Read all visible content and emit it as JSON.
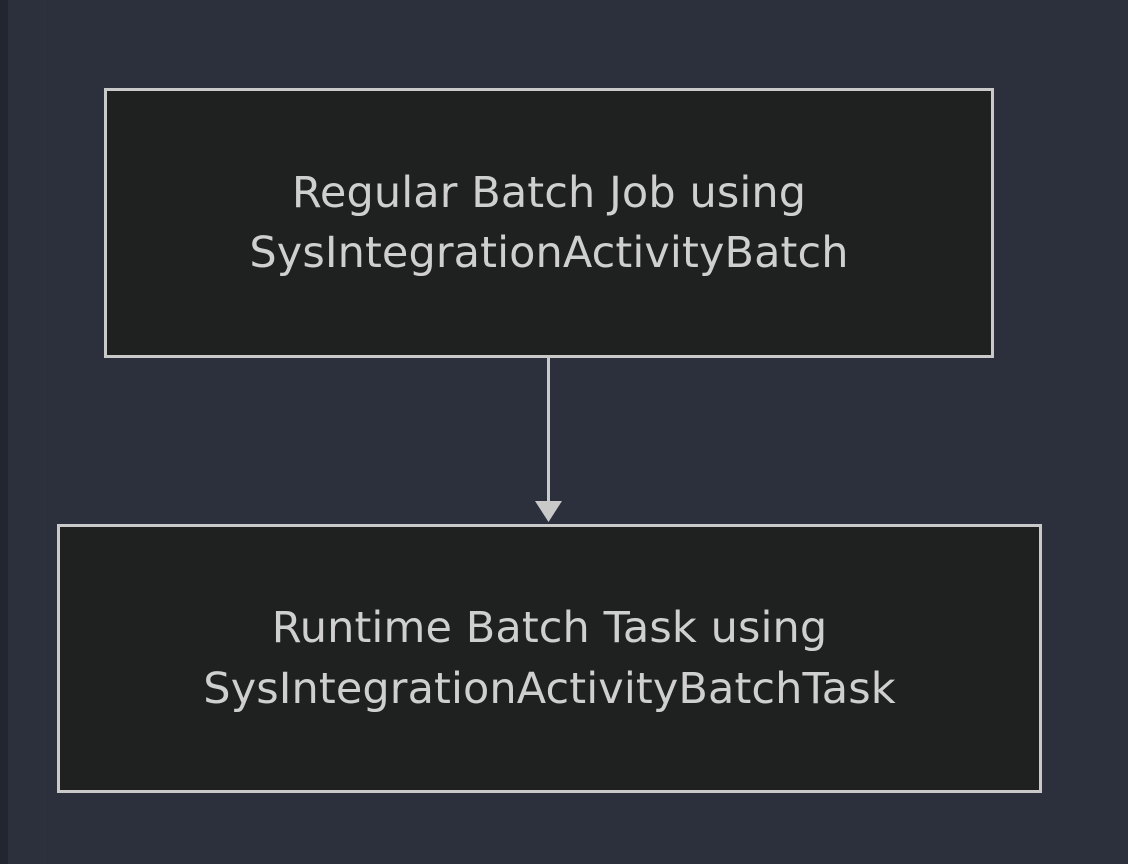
{
  "diagram": {
    "type": "flowchart",
    "direction": "top-to-bottom",
    "background_color": "#2b303c",
    "node_fill_color": "#1f2020",
    "node_border_color": "#c9c9c9",
    "node_text_color": "#cfcfcf",
    "edge_color": "#c9c9c9",
    "nodes": [
      {
        "id": "regular-batch-job",
        "line1": "Regular Batch Job using",
        "line2": "SysIntegrationActivityBatch"
      },
      {
        "id": "runtime-batch-task",
        "line1": "Runtime Batch Task using",
        "line2": "SysIntegrationActivityBatchTask"
      }
    ],
    "edges": [
      {
        "id": "edge-regular-to-runtime",
        "from": "regular-batch-job",
        "to": "runtime-batch-task",
        "arrowhead": "solid-triangle",
        "label": ""
      }
    ]
  }
}
